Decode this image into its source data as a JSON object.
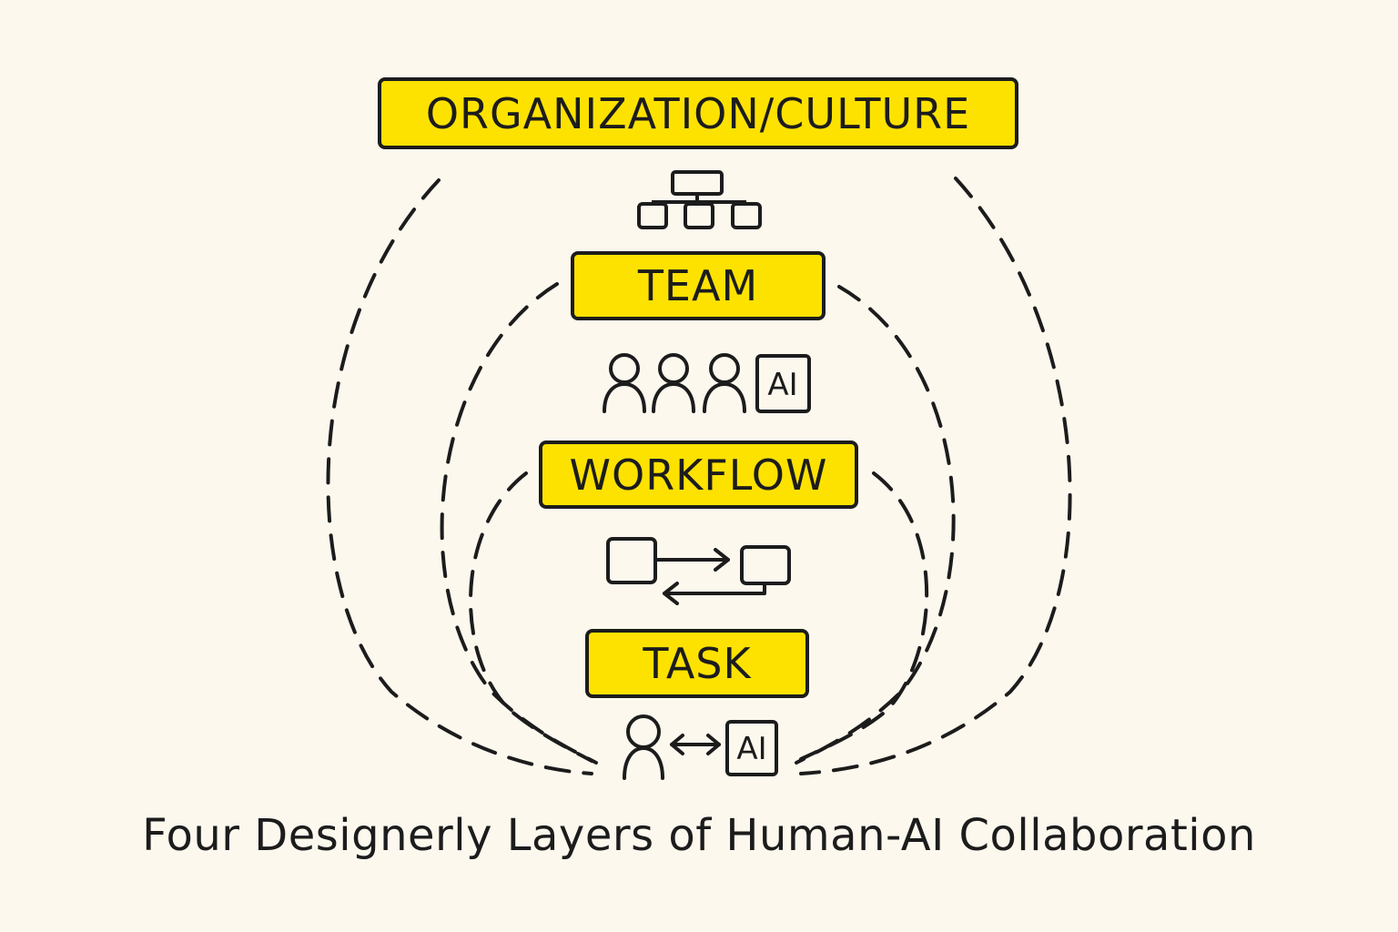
{
  "layers": {
    "organization": "ORGANIZATION/CULTURE",
    "team": "TEAM",
    "workflow": "WORKFLOW",
    "task": "TASK"
  },
  "icons": {
    "org_chart": "org-chart-icon",
    "team_people": "people-icon",
    "team_ai": "AI",
    "workflow_loop": "swap-arrows-icon",
    "task_person": "person-icon",
    "task_ai": "AI"
  },
  "caption": "Four Designerly Layers of Human-AI Collaboration",
  "colors": {
    "background": "#fcf8ee",
    "box_fill": "#fde200",
    "ink": "#1c1c1c"
  }
}
